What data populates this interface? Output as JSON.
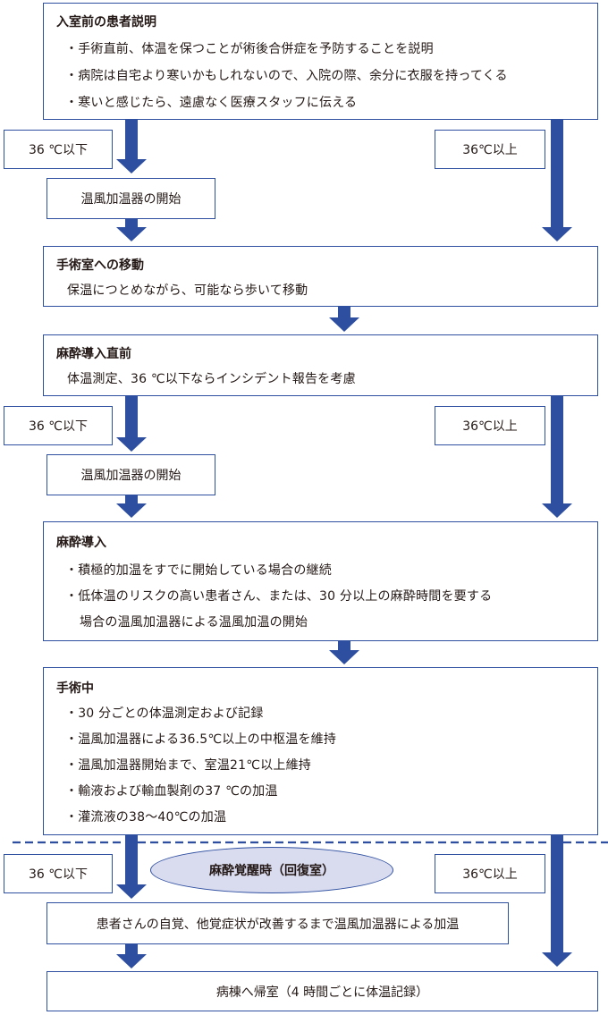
{
  "colors": {
    "arrow": "#2e4fa0",
    "border": "#2e4fa0",
    "ellipse_fill": "#d9dbef",
    "text": "#231815"
  },
  "preop": {
    "title": "入室前の患者説明",
    "items": [
      "・手術直前、体温を保つことが術後合併症を予防することを説明",
      "・病院は自宅より寒いかもしれないので、入院の際、余分に衣服を持ってくる",
      "・寒いと感じたら、遠慮なく医療スタッフに伝える"
    ]
  },
  "branch1": {
    "low": "36 ℃以下",
    "high": "36℃以上",
    "warmer": "温風加温器の開始"
  },
  "transfer": {
    "title": "手術室への移動",
    "text": "保温につとめながら、可能なら歩いて移動"
  },
  "pre_induction": {
    "title": "麻酔導入直前",
    "text": "体温測定、36 ℃以下ならインシデント報告を考慮"
  },
  "branch2": {
    "low": "36 ℃以下",
    "high": "36℃以上",
    "warmer": "温風加温器の開始"
  },
  "induction": {
    "title": "麻酔導入",
    "items": [
      "・積極的加温をすでに開始している場合の継続",
      "・低体温のリスクの高い患者さん、または、30 分以上の麻酔時間を要する",
      "場合の温風加温器による温風加温の開始"
    ]
  },
  "intraop": {
    "title": "手術中",
    "items": [
      "・30 分ごとの体温測定および記録",
      "・温風加温器による36.5℃以上の中枢温を維持",
      "・温風加温器開始まで、室温21℃以上維持",
      "・輸液および輸血製剤の37 ℃の加温",
      "・灌流液の38〜40℃の加温"
    ]
  },
  "recovery": {
    "label": "麻酔覚醒時（回復室）",
    "low": "36 ℃以下",
    "high": "36℃以上",
    "warming": "患者さんの自覚、他覚症状が改善するまで温風加温器による加温",
    "ward": "病棟へ帰室（4 時間ごとに体温記録）"
  }
}
